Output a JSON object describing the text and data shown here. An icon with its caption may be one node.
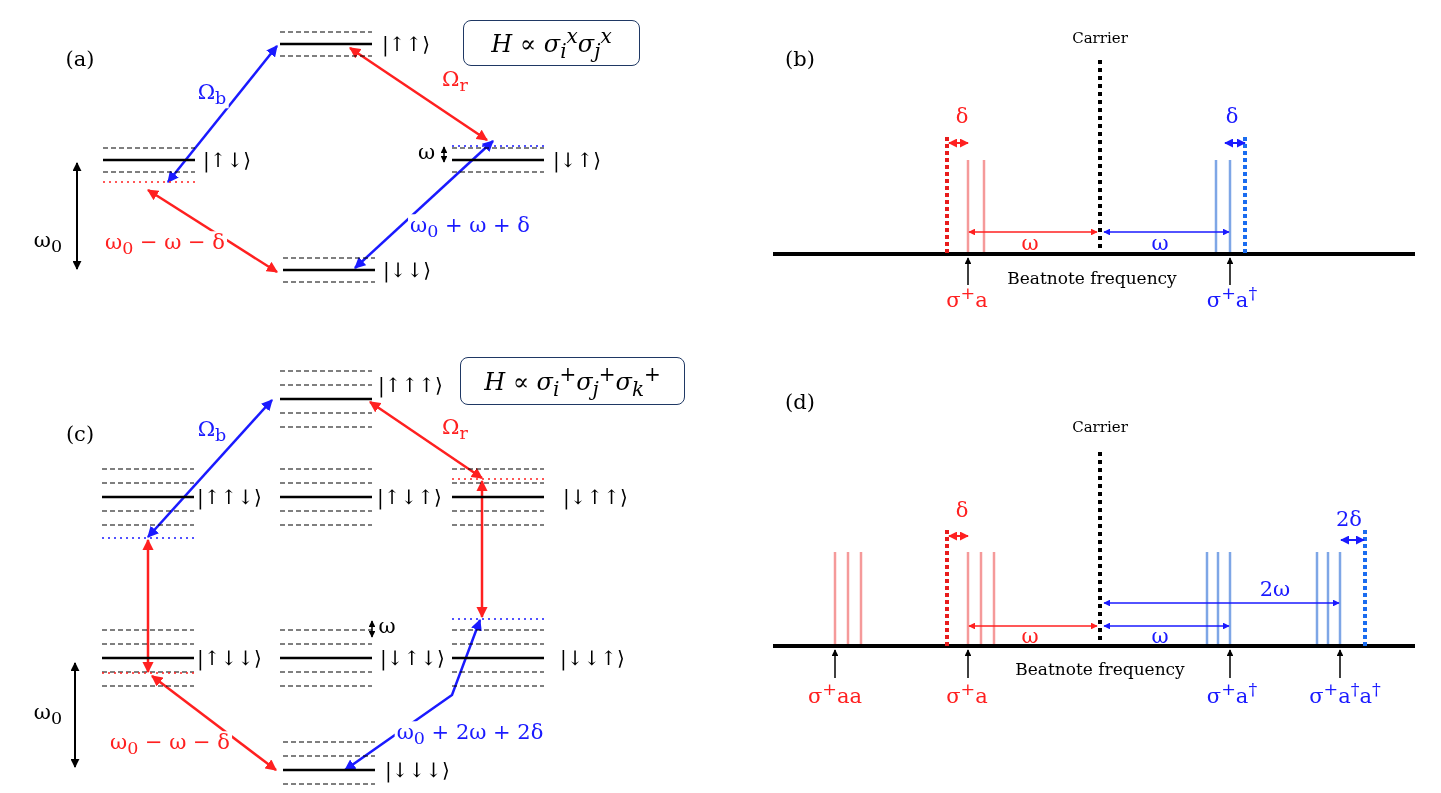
{
  "diagram": {
    "nodes": [
      {
        "text": [
          "|↑↑⟩"
        ]
      },
      {
        "text": [
          "|↑↓⟩"
        ]
      },
      {
        "text": [
          "|↓↑⟩"
        ],
        "beside": [
          "ω"
        ]
      },
      {
        "text": [
          "|↓↓⟩"
        ]
      },
      {
        "text": [
          "H ∝ σ$_{i}$$^{x}$σ$_{j}$$^{x}$"
        ]
      },
      {
        "text": [
          "|↑↑↑⟩"
        ]
      },
      {
        "text": [
          "|↑↑↓⟩"
        ]
      },
      {
        "text": [
          "|↑↓↑⟩"
        ]
      },
      {
        "text": [
          "|↓↑↑⟩"
        ]
      },
      {
        "text": [
          "|↑↓↓⟩"
        ]
      },
      {
        "text": [
          "|↓↑↓⟩"
        ]
      },
      {
        "text": [
          "|↓↓↑⟩"
        ]
      },
      {
        "text": [
          "|↓↓↓⟩"
        ]
      },
      {
        "text": [
          "H ∝ σ$_{i}$$^{+}$σ$_{j}$$^{+}$σ$_{k}$$^{+}$"
        ]
      }
    ],
    "edges": [
      {
        "from": 1,
        "to": 0,
        "arrow": "both",
        "label": "Ω$_{b}$",
        "color": "#1a1aff"
      },
      {
        "from": 0,
        "to": 2,
        "arrow": "both",
        "label": "Ω$_{r}$",
        "color": "#ff2020"
      },
      {
        "from": 1,
        "to": 3,
        "arrow": "both",
        "label": "ω$_{0}$ − ω − δ",
        "color": "#ff2020"
      },
      {
        "from": 3,
        "to": 2,
        "arrow": "both",
        "label": "ω$_{0}$ + ω + δ",
        "color": "#1a1aff"
      },
      {
        "from": 6,
        "to": 5,
        "arrow": "both",
        "label": "Ω$_{b}$",
        "color": "#1a1aff"
      },
      {
        "from": 5,
        "to": 8,
        "arrow": "both",
        "label": "Ω$_{r}$",
        "color": "#ff2020"
      },
      {
        "from": 8,
        "to": 11,
        "arrow": "both",
        "color": "#ff2020"
      },
      {
        "from": 6,
        "to": 9,
        "arrow": "both",
        "color": "#ff2020"
      },
      {
        "from": 9,
        "to": 12,
        "arrow": "both",
        "label": "ω$_{0}$ − ω − δ",
        "color": "#ff2020"
      },
      {
        "from": 12,
        "to": 11,
        "arrow": "both",
        "label": "ω$_{0}$ + 2ω + 2δ",
        "color": "#1a1aff"
      }
    ],
    "labels": [
      "(a)",
      "ω$_{0}$",
      "(b)",
      "Carrier",
      "δ",
      "δ",
      "ω",
      "ω",
      "Beatnote frequency",
      "σ$^{+}$a",
      "σ$^{+}$a$^{†}$",
      "(c)",
      "ω",
      "ω$_{0}$",
      "(d)",
      "Carrier",
      "δ",
      "2δ",
      "2ω",
      "ω",
      "ω",
      "Beatnote frequency",
      "σ$^{+}$aa",
      "σ$^{+}$a",
      "σ$^{+}$a$^{†}$",
      "σ$^{+}$a$^{†}$a$^{†}$"
    ]
  }
}
